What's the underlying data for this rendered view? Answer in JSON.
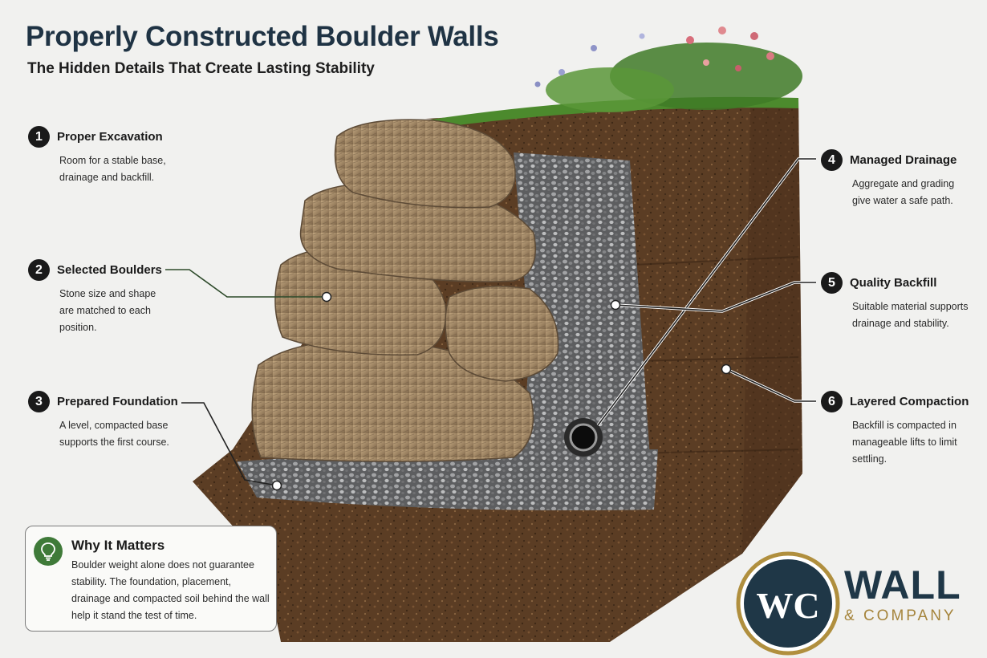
{
  "title": "Properly Constructed Boulder Walls",
  "subtitle": "The Hidden Details That Create Lasting Stability",
  "callouts": [
    {
      "num": "1",
      "title": "Proper Excavation",
      "desc": "Room for a stable base, drainage and backfill."
    },
    {
      "num": "2",
      "title": "Selected Boulders",
      "desc": "Stone size and shape are matched to each position."
    },
    {
      "num": "3",
      "title": "Prepared Foundation",
      "desc": "A level, compacted base supports the first course."
    },
    {
      "num": "4",
      "title": "Managed Drainage",
      "desc": "Aggregate and grading give water a safe path."
    },
    {
      "num": "5",
      "title": "Quality Backfill",
      "desc": "Suitable material supports drainage and stability."
    },
    {
      "num": "6",
      "title": "Layered Compaction",
      "desc": "Backfill is compacted in manageable lifts to limit settling."
    }
  ],
  "why": {
    "title": "Why It Matters",
    "body": "Boulder weight alone does not guarantee stability. The foundation, placement, drainage and compacted soil behind the wall help it stand the test of time.",
    "icon": "lightbulb-icon"
  },
  "logo": {
    "monogram": "WC",
    "name": "WALL",
    "sub": "& COMPANY"
  },
  "colors": {
    "title": "#1f3344",
    "accent_green": "#3f7a39",
    "logo_navy": "#1f3747",
    "logo_gold": "#a5843b"
  }
}
